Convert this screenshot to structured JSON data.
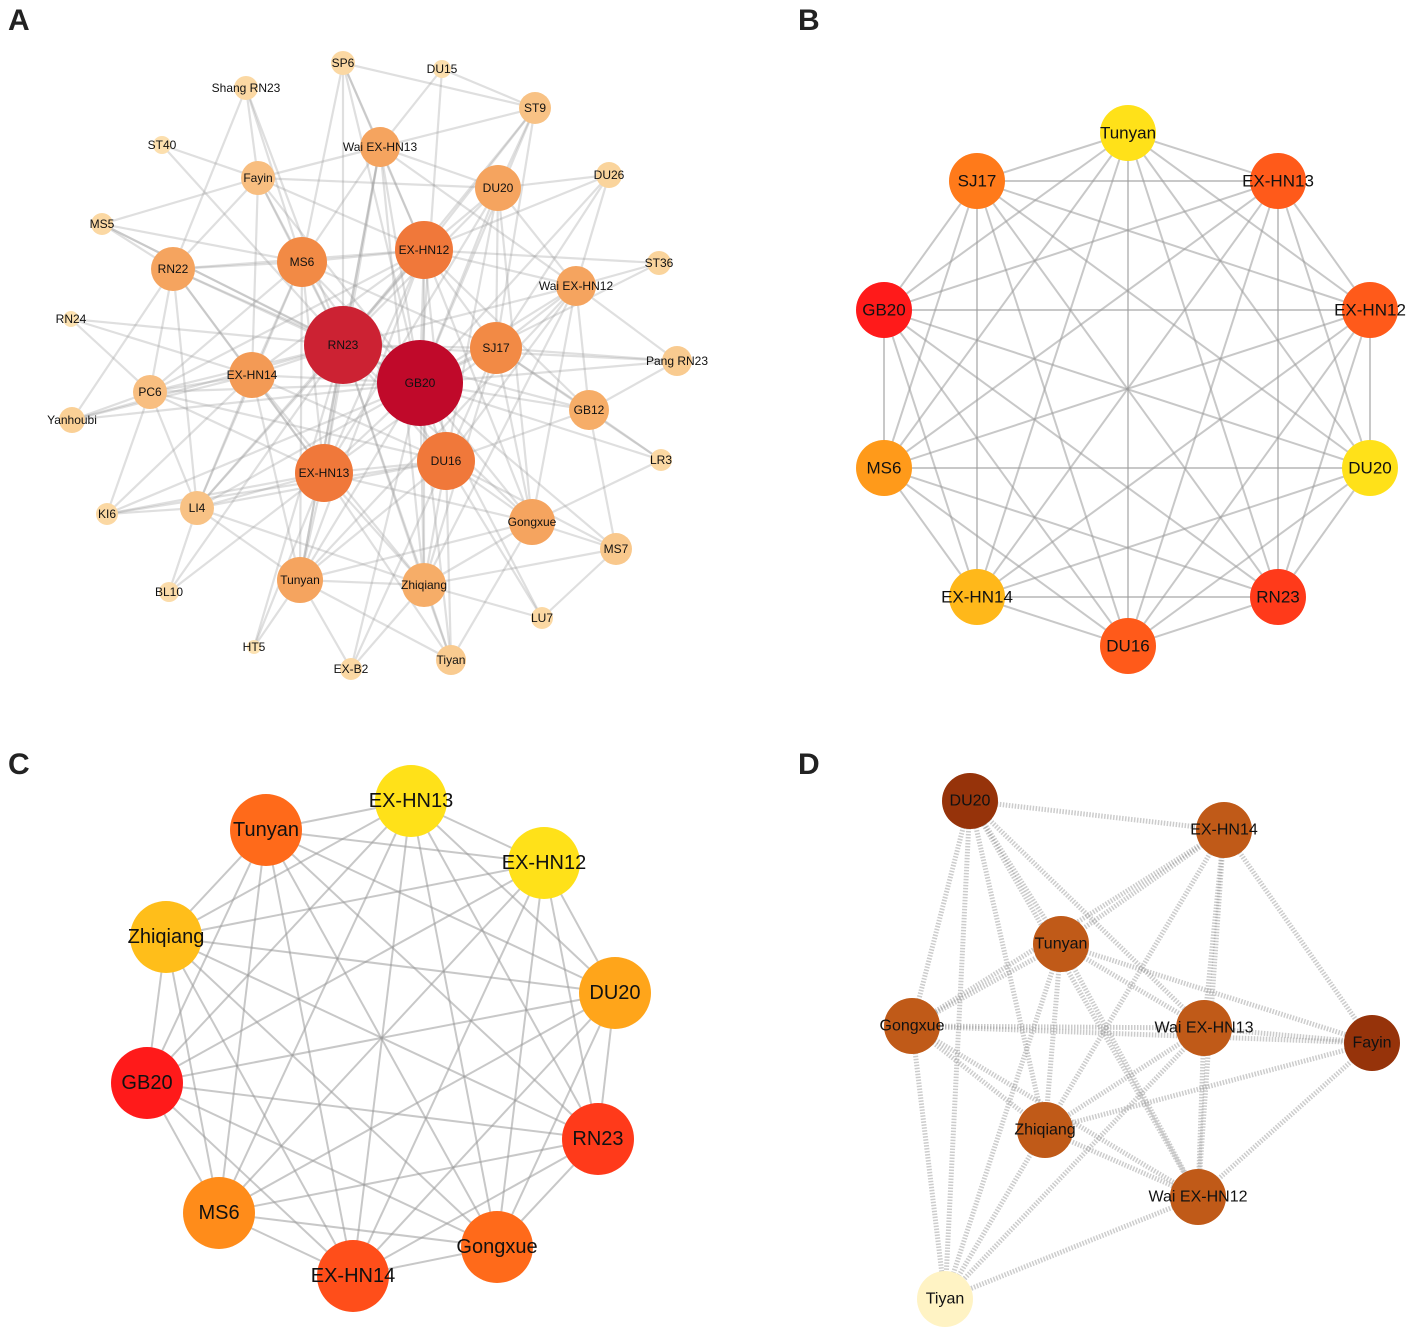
{
  "panels": {
    "A": {
      "letter": "A",
      "nodes": [
        {
          "id": "GB20",
          "label": "GB20",
          "color": "#c0092a"
        },
        {
          "id": "RN23",
          "label": "RN23",
          "color": "#cc2233"
        },
        {
          "id": "EX-HN12",
          "label": "EX-HN12",
          "color": "#f0783a"
        },
        {
          "id": "DU16",
          "label": "DU16",
          "color": "#f0783a"
        },
        {
          "id": "EX-HN13",
          "label": "EX-HN13",
          "color": "#f0783a"
        },
        {
          "id": "SJ17",
          "label": "SJ17",
          "color": "#f28a45"
        },
        {
          "id": "MS6",
          "label": "MS6",
          "color": "#f28a45"
        },
        {
          "id": "EX-HN14",
          "label": "EX-HN14",
          "color": "#f39a55"
        },
        {
          "id": "DU20",
          "label": "DU20",
          "color": "#f5a45f"
        },
        {
          "id": "Wai EX-HN13",
          "label": "Wai EX-HN13",
          "color": "#f5a45f"
        },
        {
          "id": "Wai EX-HN12",
          "label": "Wai EX-HN12",
          "color": "#f5a45f"
        },
        {
          "id": "RN22",
          "label": "RN22",
          "color": "#f5a45f"
        },
        {
          "id": "Gongxue",
          "label": "Gongxue",
          "color": "#f5a45f"
        },
        {
          "id": "Tunyan",
          "label": "Tunyan",
          "color": "#f5a45f"
        },
        {
          "id": "Zhiqiang",
          "label": "Zhiqiang",
          "color": "#f6ad68"
        },
        {
          "id": "GB12",
          "label": "GB12",
          "color": "#f6ad68"
        },
        {
          "id": "PC6",
          "label": "PC6",
          "color": "#f8be80"
        },
        {
          "id": "Fayin",
          "label": "Fayin",
          "color": "#f8be80"
        },
        {
          "id": "ST9",
          "label": "ST9",
          "color": "#f8c285"
        },
        {
          "id": "LI4",
          "label": "LI4",
          "color": "#f8c285"
        },
        {
          "id": "MS7",
          "label": "MS7",
          "color": "#f9c88c"
        },
        {
          "id": "Tiyan",
          "label": "Tiyan",
          "color": "#f9cb90"
        },
        {
          "id": "Pang RN23",
          "label": "Pang RN23",
          "color": "#f9cb90"
        },
        {
          "id": "Yanhoubi",
          "label": "Yanhoubi",
          "color": "#fad096"
        },
        {
          "id": "DU26",
          "label": "DU26",
          "color": "#fad49c"
        },
        {
          "id": "ST36",
          "label": "ST36",
          "color": "#fad49c"
        },
        {
          "id": "SP6",
          "label": "SP6",
          "color": "#fbd8a3"
        },
        {
          "id": "Shang RN23",
          "label": "Shang RN23",
          "color": "#fbd8a3"
        },
        {
          "id": "MS5",
          "label": "MS5",
          "color": "#fbd8a3"
        },
        {
          "id": "LR3",
          "label": "LR3",
          "color": "#fbd8a3"
        },
        {
          "id": "KI6",
          "label": "KI6",
          "color": "#fbd8a3"
        },
        {
          "id": "LU7",
          "label": "LU7",
          "color": "#fbd8a3"
        },
        {
          "id": "EX-B2",
          "label": "EX-B2",
          "color": "#fbd8a3"
        },
        {
          "id": "BL10",
          "label": "BL10",
          "color": "#fbdcaa"
        },
        {
          "id": "ST40",
          "label": "ST40",
          "color": "#fcdfae"
        },
        {
          "id": "DU15",
          "label": "DU15",
          "color": "#fcdfae"
        },
        {
          "id": "RN24",
          "label": "RN24",
          "color": "#fce2b2"
        },
        {
          "id": "HT5",
          "label": "HT5",
          "color": "#fce2b2"
        }
      ]
    },
    "B": {
      "letter": "B",
      "nodes": [
        {
          "id": "Tunyan",
          "label": "Tunyan",
          "color": "#ffe119"
        },
        {
          "id": "EX-HN13",
          "label": "EX-HN13",
          "color": "#ff5a1a"
        },
        {
          "id": "EX-HN12",
          "label": "EX-HN12",
          "color": "#ff5a1a"
        },
        {
          "id": "DU20",
          "label": "DU20",
          "color": "#ffe119"
        },
        {
          "id": "RN23",
          "label": "RN23",
          "color": "#ff3a1a"
        },
        {
          "id": "DU16",
          "label": "DU16",
          "color": "#ff5a1a"
        },
        {
          "id": "EX-HN14",
          "label": "EX-HN14",
          "color": "#ffb81a"
        },
        {
          "id": "MS6",
          "label": "MS6",
          "color": "#ff9a1a"
        },
        {
          "id": "GB20",
          "label": "GB20",
          "color": "#ff1a1a"
        },
        {
          "id": "SJ17",
          "label": "SJ17",
          "color": "#ff7a1a"
        }
      ]
    },
    "C": {
      "letter": "C",
      "nodes": [
        {
          "id": "EX-HN13",
          "label": "EX-HN13",
          "color": "#ffe119"
        },
        {
          "id": "EX-HN12",
          "label": "EX-HN12",
          "color": "#ffe119"
        },
        {
          "id": "DU20",
          "label": "DU20",
          "color": "#ffa51a"
        },
        {
          "id": "RN23",
          "label": "RN23",
          "color": "#ff3a1a"
        },
        {
          "id": "Gongxue",
          "label": "Gongxue",
          "color": "#ff6a1a"
        },
        {
          "id": "EX-HN14",
          "label": "EX-HN14",
          "color": "#ff4e1a"
        },
        {
          "id": "MS6",
          "label": "MS6",
          "color": "#ff8c1a"
        },
        {
          "id": "GB20",
          "label": "GB20",
          "color": "#ff1a1a"
        },
        {
          "id": "Zhiqiang",
          "label": "Zhiqiang",
          "color": "#ffbe1a"
        },
        {
          "id": "Tunyan",
          "label": "Tunyan",
          "color": "#ff6a1a"
        }
      ]
    },
    "D": {
      "letter": "D",
      "nodes": [
        {
          "id": "DU20",
          "label": "DU20",
          "color": "#96330a"
        },
        {
          "id": "EX-HN14",
          "label": "EX-HN14",
          "color": "#c05a18"
        },
        {
          "id": "Tunyan",
          "label": "Tunyan",
          "color": "#c05a18"
        },
        {
          "id": "Gongxue",
          "label": "Gongxue",
          "color": "#c05a18"
        },
        {
          "id": "Wai EX-HN13",
          "label": "Wai EX-HN13",
          "color": "#c05a18"
        },
        {
          "id": "Fayin",
          "label": "Fayin",
          "color": "#96330a"
        },
        {
          "id": "Zhiqiang",
          "label": "Zhiqiang",
          "color": "#c05a18"
        },
        {
          "id": "Wai EX-HN12",
          "label": "Wai EX-HN12",
          "color": "#c05a18"
        },
        {
          "id": "Tiyan",
          "label": "Tiyan",
          "color": "#fff3c4"
        }
      ]
    }
  }
}
